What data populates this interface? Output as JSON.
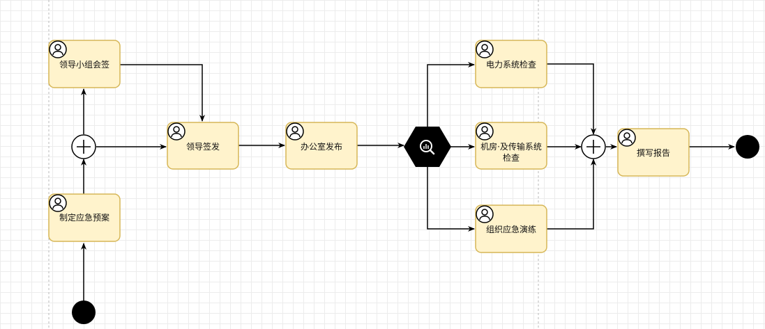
{
  "tasks": {
    "leader_group_sign": "领导小组会签",
    "make_emergency_plan": "制定应急预案",
    "leader_sign_issue": "领导签发",
    "office_publish": "办公室发布",
    "power_check": "电力系统检查",
    "room_transmission_check_line1": "机房·及传输系统",
    "room_transmission_check_line2": "检查",
    "organize_drill": "组织应急演练",
    "write_report": "撰写报告"
  },
  "icons": {
    "task": "user-icon",
    "gateway_parallel": "plus-icon",
    "gateway_inclusive": "search-chart-icon"
  },
  "colors": {
    "task_fill": "#fff3cc",
    "task_stroke": "#d6b656",
    "line": "#000000",
    "event_fill": "#000000",
    "grid": "#ececec"
  }
}
